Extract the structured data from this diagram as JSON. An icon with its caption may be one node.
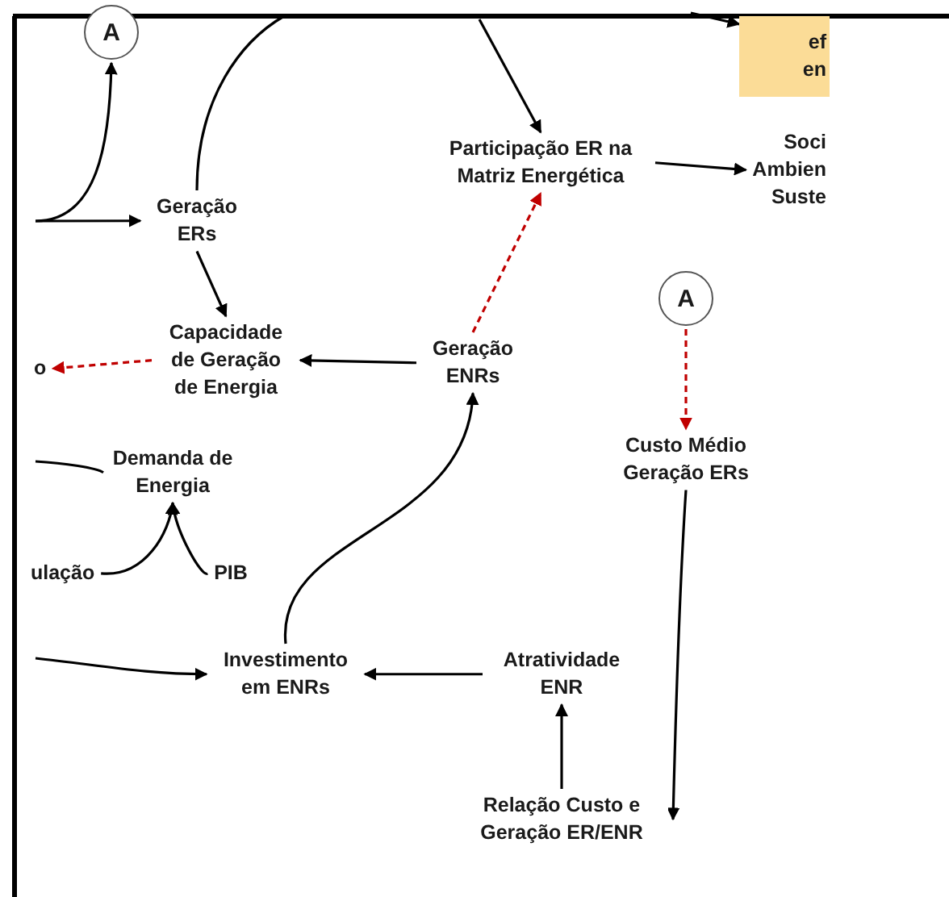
{
  "diagram": {
    "nodes": [
      {
        "text": [
          "A"
        ]
      },
      {
        "text": [
          "Geração ERs"
        ]
      },
      {
        "text": [
          "Participação ER na Matriz Energética"
        ]
      },
      {
        "text": [
          "ef en"
        ]
      },
      {
        "text": [
          "Soci Ambien Suste"
        ]
      },
      {
        "text": [
          "Capacidade de Geração de Energia"
        ]
      },
      {
        "text": [
          "o"
        ]
      },
      {
        "text": [
          "Geração ENRs"
        ]
      },
      {
        "text": [
          "A"
        ]
      },
      {
        "text": [
          "Custo Médio Geração ERs"
        ]
      },
      {
        "text": [
          "Demanda de Energia"
        ]
      },
      {
        "text": [
          "ulação"
        ]
      },
      {
        "text": [
          "PIB"
        ]
      },
      {
        "text": [
          "Investimento em ENRs"
        ]
      },
      {
        "text": [
          "Atratividade ENR"
        ]
      },
      {
        "text": [
          "Relação Custo e Geração ER/ENR"
        ]
      }
    ],
    "edges": [
      {
        "from": null,
        "to": 0,
        "arrow": "to"
      },
      {
        "from": null,
        "to": 1,
        "arrow": "to"
      },
      {
        "from": 1,
        "to": 5,
        "arrow": "to"
      },
      {
        "from": 1,
        "to": null,
        "arrow": "none"
      },
      {
        "from": null,
        "to": 2,
        "arrow": "to"
      },
      {
        "from": null,
        "to": 3,
        "arrow": "to"
      },
      {
        "from": 2,
        "to": 4,
        "arrow": "to"
      },
      {
        "from": 7,
        "to": 2,
        "arrow": "to",
        "style": "dashed",
        "color": "#c00000"
      },
      {
        "from": 7,
        "to": 5,
        "arrow": "to"
      },
      {
        "from": 5,
        "to": 6,
        "arrow": "to",
        "style": "dashed",
        "color": "#c00000"
      },
      {
        "from": 8,
        "to": 9,
        "arrow": "to",
        "style": "dashed",
        "color": "#c00000"
      },
      {
        "from": 13,
        "to": 7,
        "arrow": "to"
      },
      {
        "from": null,
        "to": 13,
        "arrow": "to"
      },
      {
        "from": 14,
        "to": 13,
        "arrow": "to"
      },
      {
        "from": 15,
        "to": 14,
        "arrow": "to"
      },
      {
        "from": 9,
        "to": 15,
        "arrow": "to"
      },
      {
        "from": 11,
        "to": 10,
        "arrow": "to"
      },
      {
        "from": 12,
        "to": 10,
        "arrow": "to"
      },
      {
        "from": 10,
        "to": null,
        "arrow": "none"
      }
    ]
  }
}
